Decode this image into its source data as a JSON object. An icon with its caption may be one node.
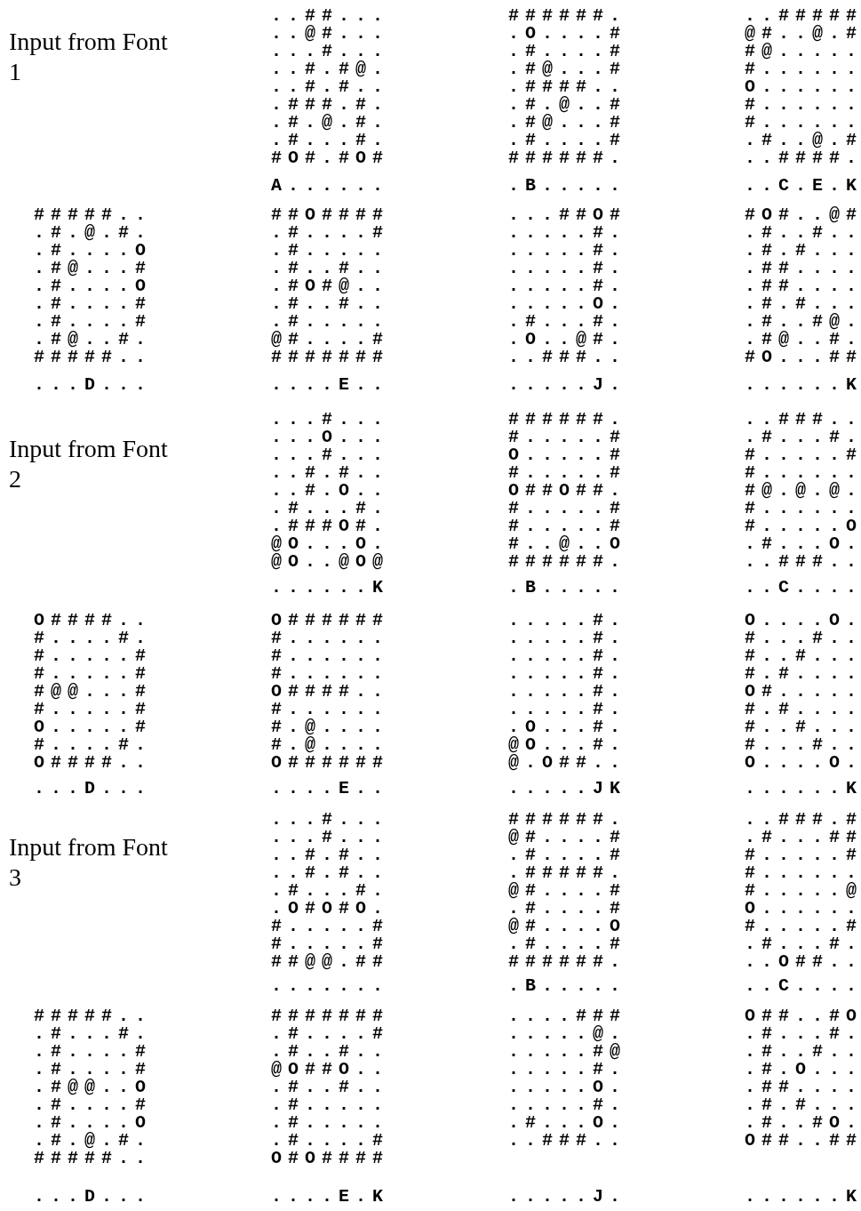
{
  "diagram": {
    "labels": [
      "Input from Font 1",
      "..##... ..@#... ...#... ..#.#@. ..#.#.. .###.#. .#.@.#. .#...#. #O#.#O#",
      "######. .O....# .#....# .#@...# .####.. .#.@..# .#@...# .#....# ######.",
      "..##### @#..@.# #@..... #...... O...... #...... #...... .#..@.# ..####.",
      "A......",
      ".B.....",
      "..C.E.K",
      "#####.. .#.@.#. .#....O .#@...# .#....O .#....# .#....# .#@..#. #####..",
      "##O#### .#....# .#..... .#..#.. .#O#@.. .#..#.. .#..... @#....# #######",
      "...##O# .....#. .....#. .....#. .....#. .....O. .#...#. .O..@#. ..###..",
      "#O#..@# .#..#.. .#.#... .##.... .##.... .#.#... .#..#@. .#@..#. #O...##",
      "...D...",
      "....E..",
      ".....J.",
      "......K",
      "Input from Font 2",
      "...#... ...O... ...#... ..#.#.. ..#.O.. .#...#. .###O#. @O...O. @O..@O@",
      "######. #.....# O.....# #.....# O##O##. #.....# #.....# #..@..O ######.",
      "..###.. .#...#. #.....# #...... #@.@.@. #...... #.....O .#...O. ..###..",
      "......K",
      ".B.....",
      "..C....",
      "O####.. #....#. #.....# #.....# #@@...# #.....# O.....# #....#. O####..",
      "O###### #...... #...... #...... O####.. #...... #.@.... #.@.... O######",
      ".....#. .....#. .....#. .....#. .....#. .....#. .O...#. @O...#. @.O##..",
      "O....O. #...#.. #..#... #.#.... O#..... #.#.... #..#... #...#.. O....O.",
      "...D...",
      "....E..",
      ".....JK",
      "......K",
      "Input from Font 3",
      "...#... ...#... ..#.#.. ..#.#.. .#...#. .O#O#O. #.....# #.....# ##@@.##",
      "######. @#....# .#....# .#####. @#....# .#....# @#....O .#....# ######.",
      "..###.# .#...## #.....# #...... #.....@ O...... #.....# .#...#. ..O##..",
      ".......",
      ".B.....",
      "..C....",
      "#####.. .#...#. .#....# .#....# .#@@..O .#....# .#....O .#.@.#. #####..",
      "####### .#....# .#..#.. @O##O.. .#..#.. .#..... .#..... .#....# O#O####",
      "....### .....@. .....#@ .....#. .....O. .....#. .#...O. ..###..",
      "O##..#O .#...#. .#..#.. .#.O... .##.... .#.#... .#..#O. O##..##",
      "...D...",
      "....E.K",
      ".....J.",
      "......K"
    ]
  }
}
